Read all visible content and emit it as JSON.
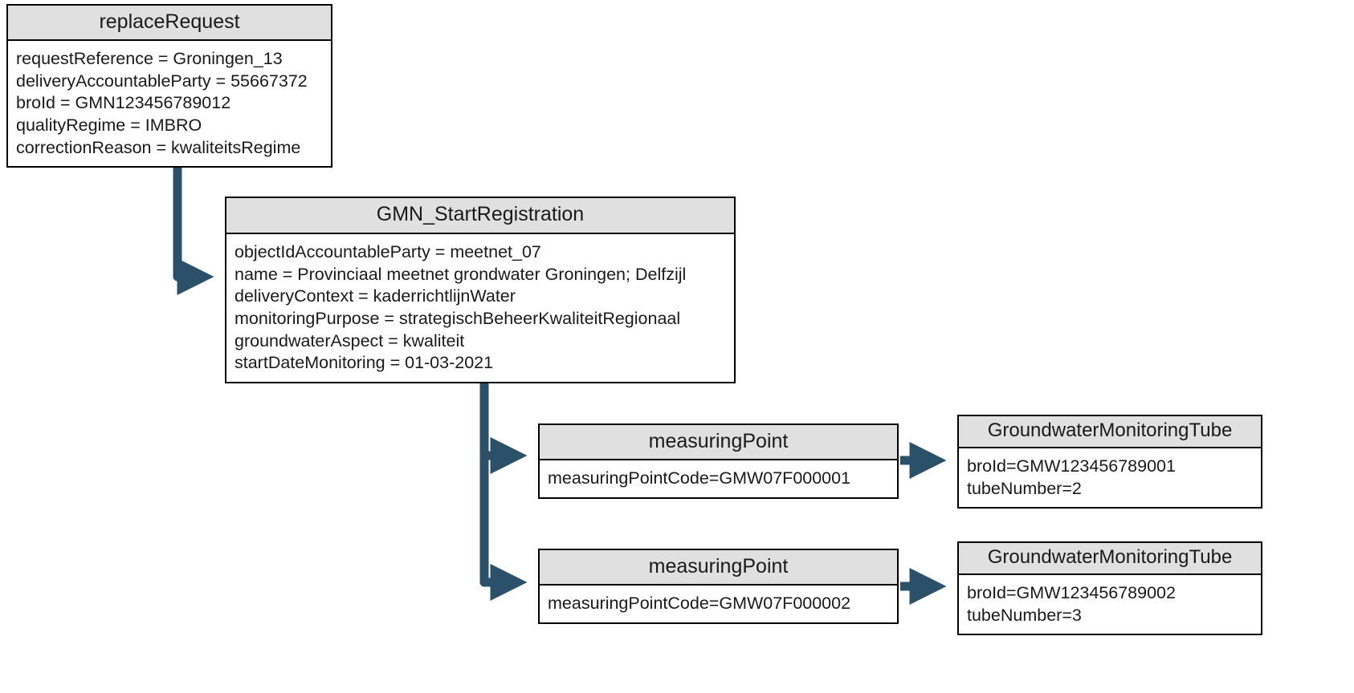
{
  "diagram": {
    "type": "uml-object-diagram",
    "accent_color": "#2b5069",
    "header_fill": "#e0e0e0",
    "body_fill": "#ffffff",
    "border_color": "#000000",
    "nodes": {
      "replace_request": {
        "title": "replaceRequest",
        "attributes": [
          "requestReference = Groningen_13",
          "deliveryAccountableParty = 55667372",
          "broId = GMN123456789012",
          "qualityRegime = IMBRO",
          "correctionReason = kwaliteitsRegime"
        ]
      },
      "gmn_start_registration": {
        "title": "GMN_StartRegistration",
        "attributes": [
          "objectIdAccountableParty = meetnet_07",
          "name = Provinciaal meetnet grondwater Groningen; Delfzijl",
          "deliveryContext = kaderrichtlijnWater",
          "monitoringPurpose = strategischBeheerKwaliteitRegionaal",
          "groundwaterAspect = kwaliteit",
          "startDateMonitoring = 01-03-2021"
        ]
      },
      "measuring_point_1": {
        "title": "measuringPoint",
        "attributes": [
          "measuringPointCode=GMW07F000001"
        ]
      },
      "measuring_point_2": {
        "title": "measuringPoint",
        "attributes": [
          "measuringPointCode=GMW07F000002"
        ]
      },
      "tube_1": {
        "title": "GroundwaterMonitoringTube",
        "attributes": [
          "broId=GMW123456789001",
          "tubeNumber=2"
        ]
      },
      "tube_2": {
        "title": "GroundwaterMonitoringTube",
        "attributes": [
          "broId=GMW123456789002",
          "tubeNumber=3"
        ]
      }
    },
    "connections": [
      {
        "name": "replace-request-to-gmn-start-registration",
        "from": "replace_request",
        "to": "gmn_start_registration",
        "style": "elbow-arrow"
      },
      {
        "name": "gmn-start-registration-to-measuring-point-1",
        "from": "gmn_start_registration",
        "to": "measuring_point_1",
        "style": "elbow-arrow"
      },
      {
        "name": "gmn-start-registration-to-measuring-point-2",
        "from": "gmn_start_registration",
        "to": "measuring_point_2",
        "style": "elbow-arrow"
      },
      {
        "name": "measuring-point-1-to-tube-1",
        "from": "measuring_point_1",
        "to": "tube_1",
        "style": "straight-arrow"
      },
      {
        "name": "measuring-point-2-to-tube-2",
        "from": "measuring_point_2",
        "to": "tube_2",
        "style": "straight-arrow"
      }
    ]
  }
}
